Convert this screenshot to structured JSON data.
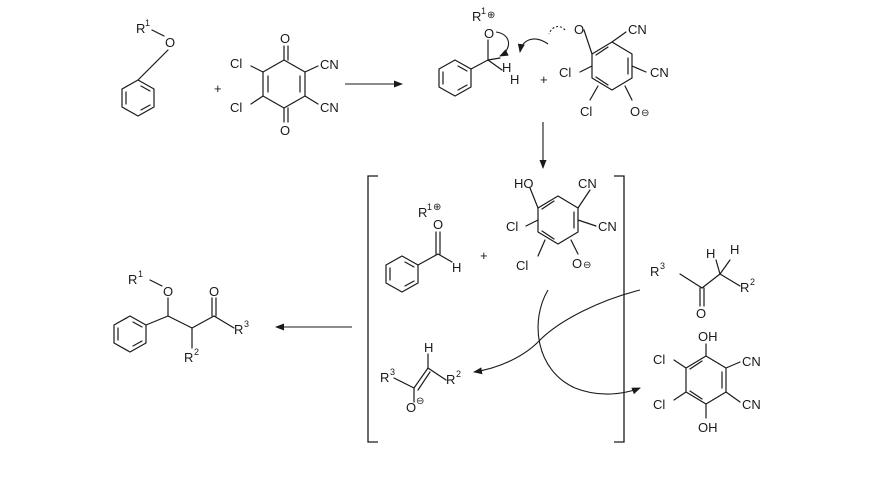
{
  "labels": {
    "r1": "R",
    "r1_sup": "1",
    "r2": "R",
    "r2_sup": "2",
    "r3": "R",
    "r3_sup": "3",
    "o": "O",
    "cl": "Cl",
    "cn": "CN",
    "h": "H",
    "ho": "HO",
    "oh": "OH",
    "plus": "+",
    "pos": "⊕",
    "neg": "⊖"
  }
}
